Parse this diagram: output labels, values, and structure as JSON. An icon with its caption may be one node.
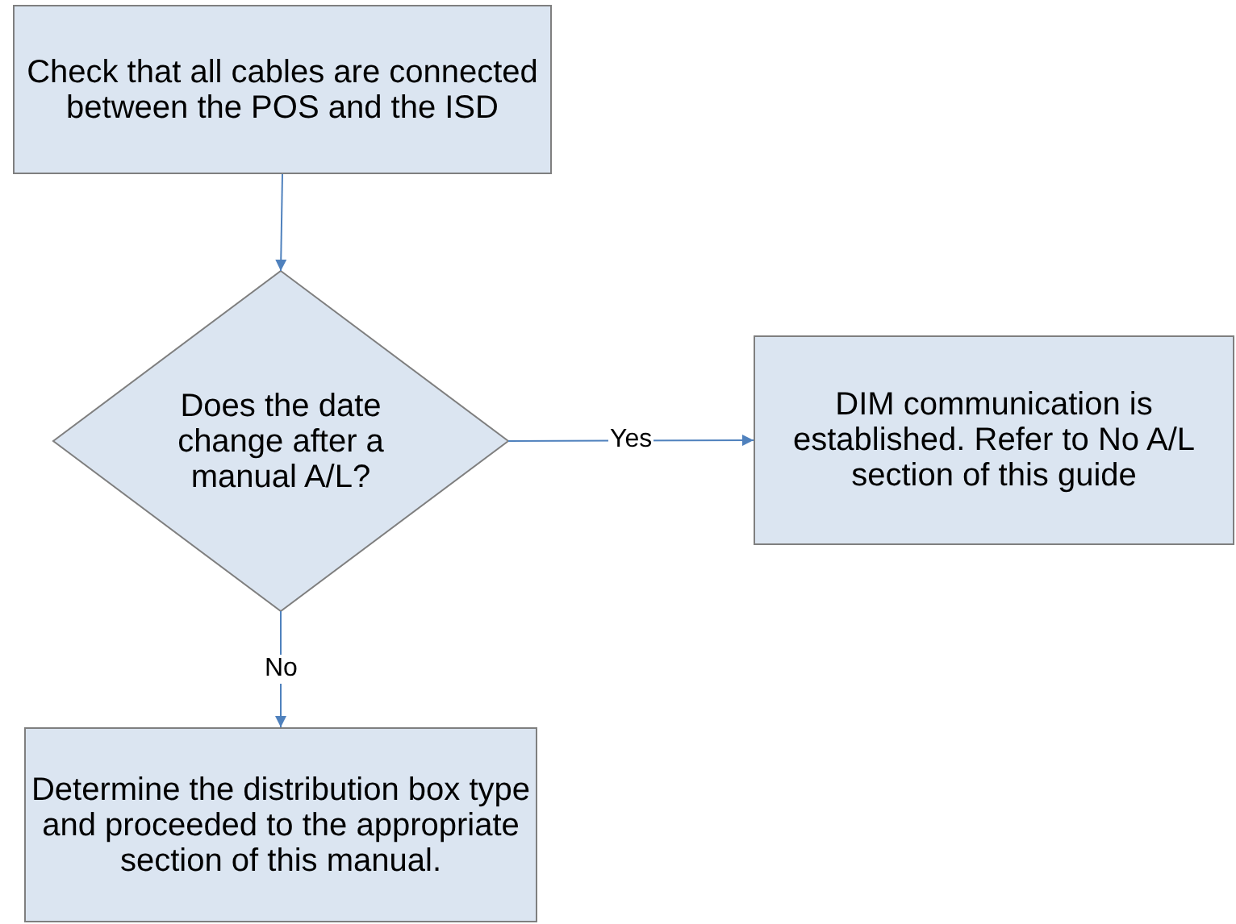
{
  "diagram": {
    "nodes": [
      {
        "text": [
          "Check that all cables are connected between the POS and the ISD"
        ]
      },
      {
        "text": [
          "Does the date change after a manual A/L?"
        ]
      },
      {
        "text": [
          "DIM communication is established. Refer to No A/L section of this guide"
        ]
      },
      {
        "text": [
          "Determine the distribution box type and proceeded to the appropriate section of this manual."
        ]
      }
    ],
    "edges": [
      {
        "from": 0,
        "to": 1,
        "arrow": "to"
      },
      {
        "from": 1,
        "to": 2,
        "arrow": "to",
        "label": "Yes"
      },
      {
        "from": 1,
        "to": 3,
        "arrow": "to",
        "label": "No"
      }
    ]
  }
}
